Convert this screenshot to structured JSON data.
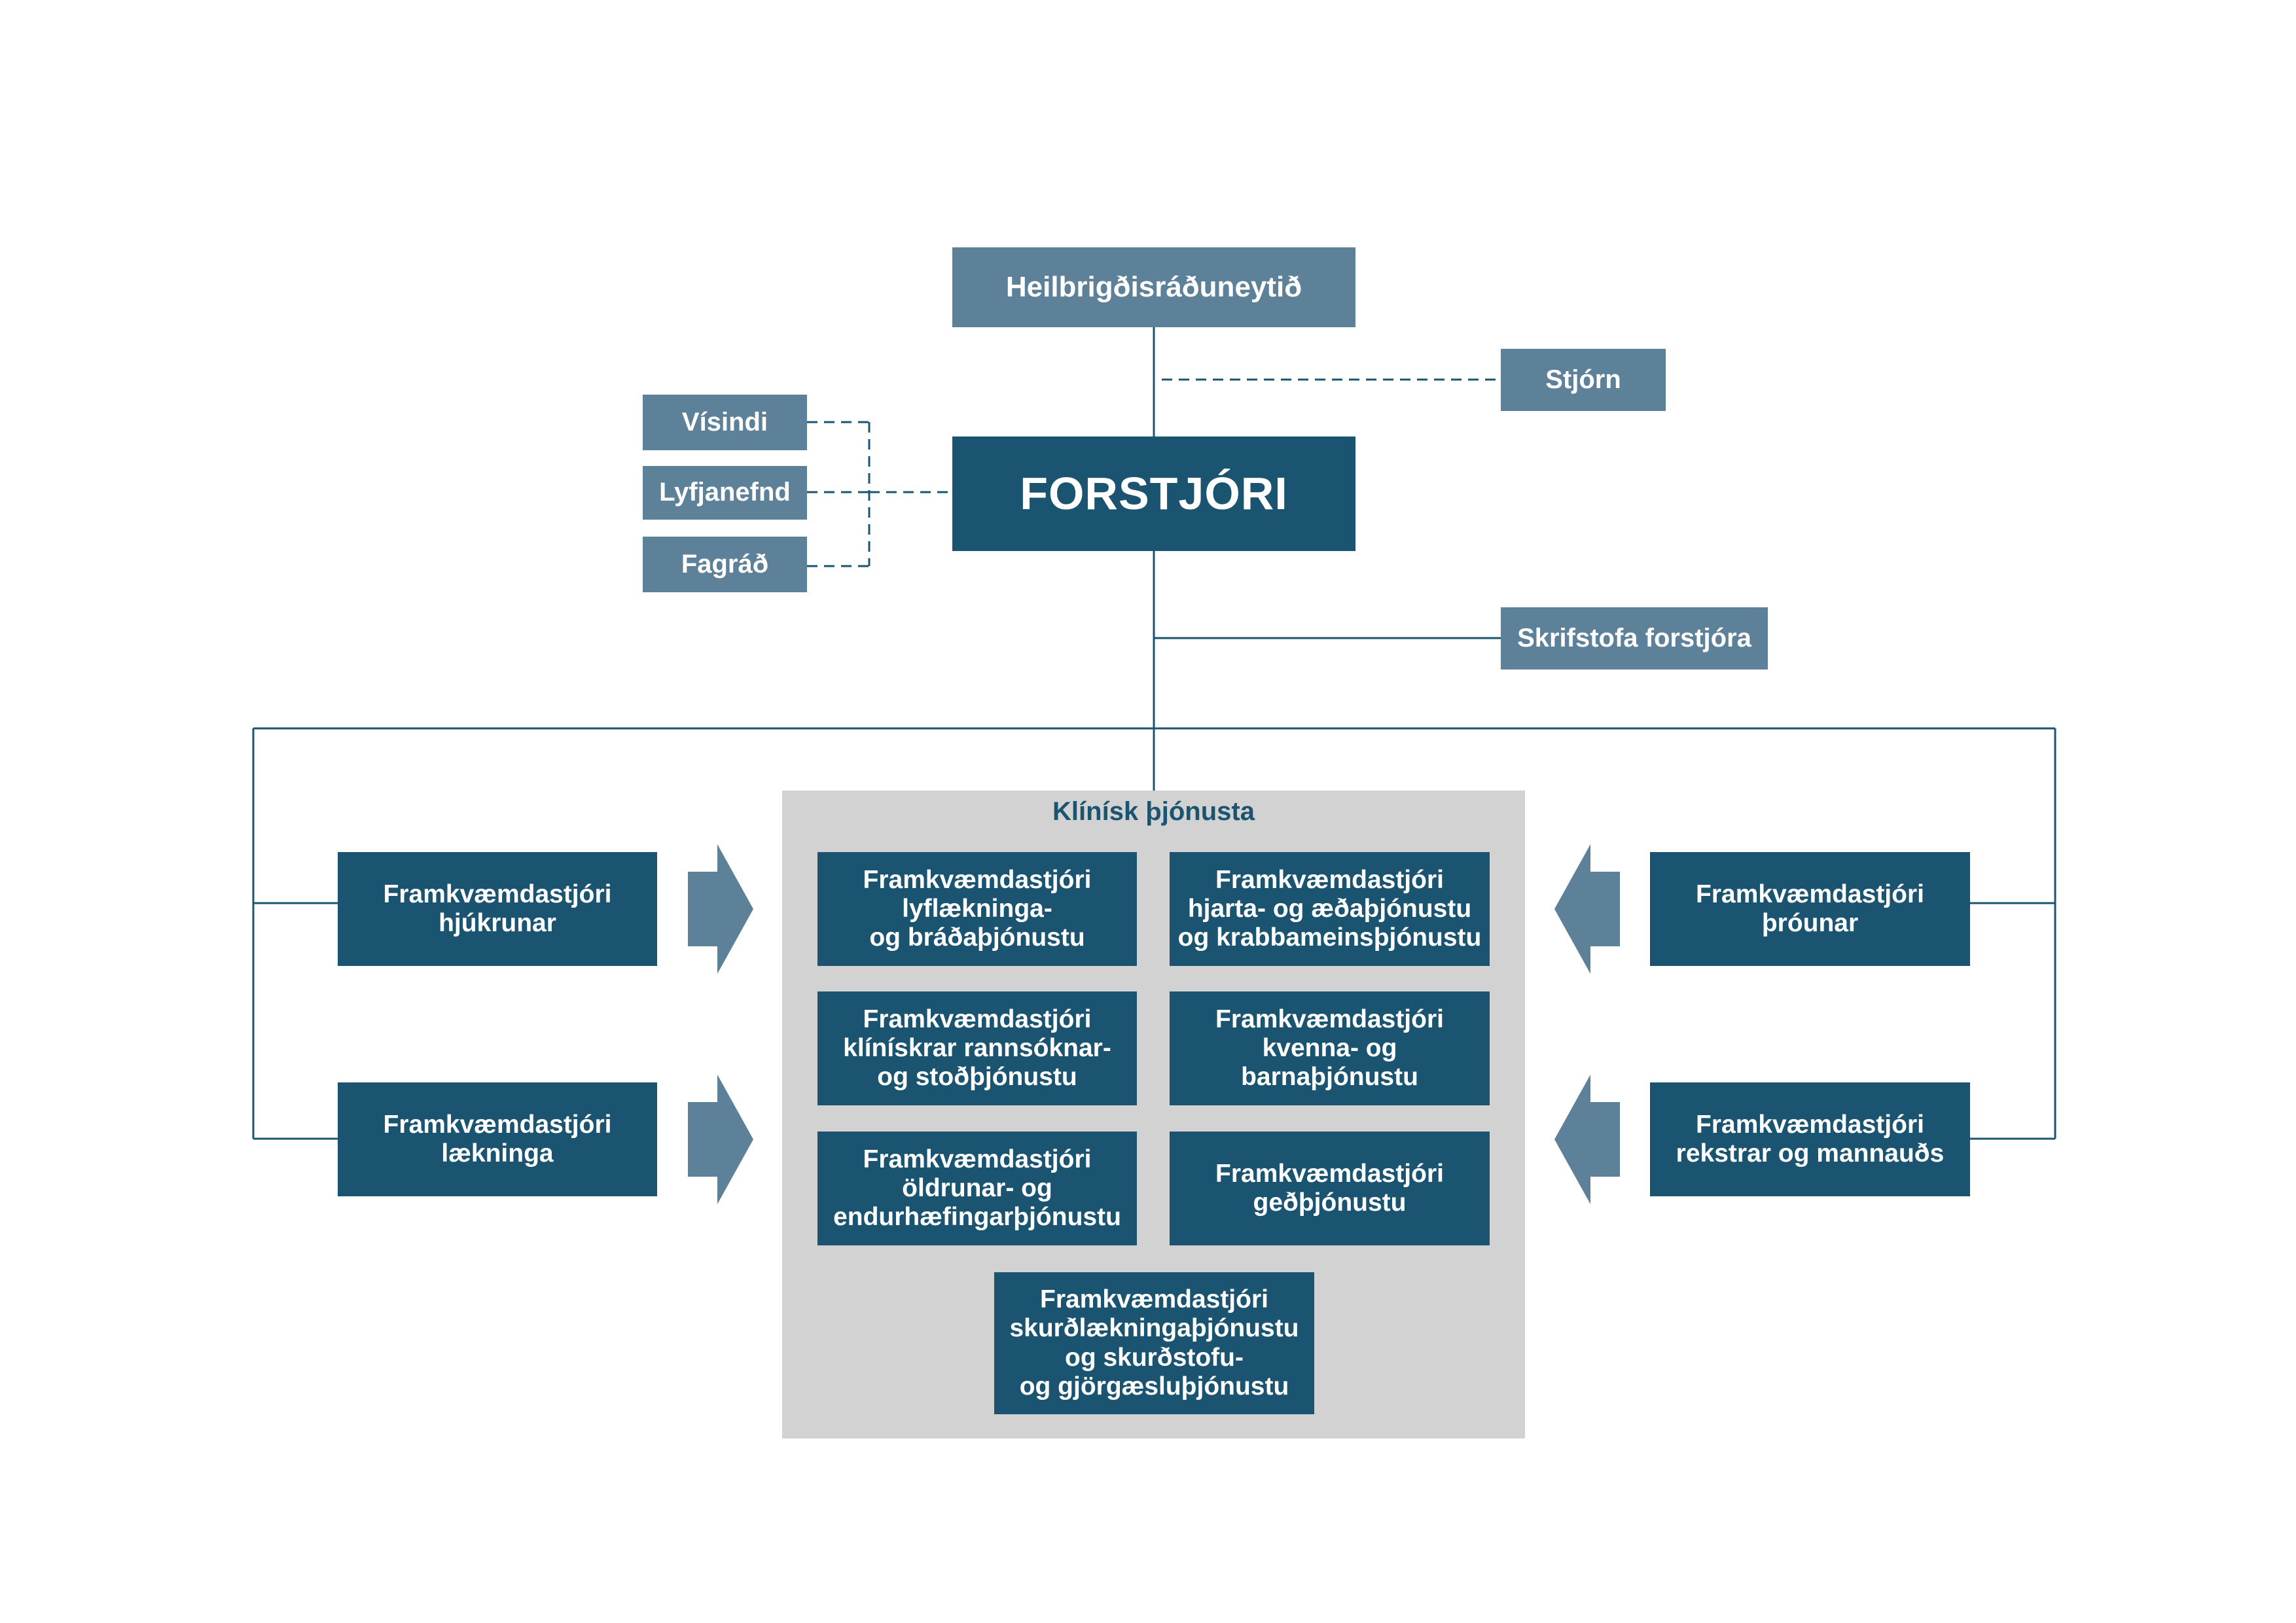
{
  "colors": {
    "light_box": "#5d8199",
    "dark_box": "#1b5470",
    "panel": "#d2d2d2",
    "line": "#1b5470"
  },
  "top": {
    "ministry": "Heilbrigðisráðuneytið",
    "ceo": "FORSTJÓRI",
    "board": "Stjórn",
    "office": "Skrifstofa forstjóra"
  },
  "advisory": [
    "Vísindi",
    "Lyfjanefnd",
    "Fagráð"
  ],
  "side_left": [
    "Framkvæmdastjóri\nhjúkrunar",
    "Framkvæmdastjóri\nlækninga"
  ],
  "side_right": [
    "Framkvæmdastjóri\nþróunar",
    "Framkvæmdastjóri\nrekstrar og mannauðs"
  ],
  "clinical": {
    "title": "Klínísk þjónusta",
    "units": [
      "Framkvæmdastjóri\nlyflækninga-\nog bráðaþjónustu",
      "Framkvæmdastjóri\nhjarta- og æðaþjónustu\nog krabbameinsþjónustu",
      "Framkvæmdastjóri\nklínískrar rannsóknar-\nog stoðþjónustu",
      "Framkvæmdastjóri\nkvenna- og\nbarnaþjónustu",
      "Framkvæmdastjóri\nöldrunar- og\nendurhæfingarþjónustu",
      "Framkvæmdastjóri\ngeðþjónustu",
      "Framkvæmdastjóri\nskurðlækningaþjónustu\nog skurðstofu-\nog gjörgæsluþjónustu"
    ]
  }
}
